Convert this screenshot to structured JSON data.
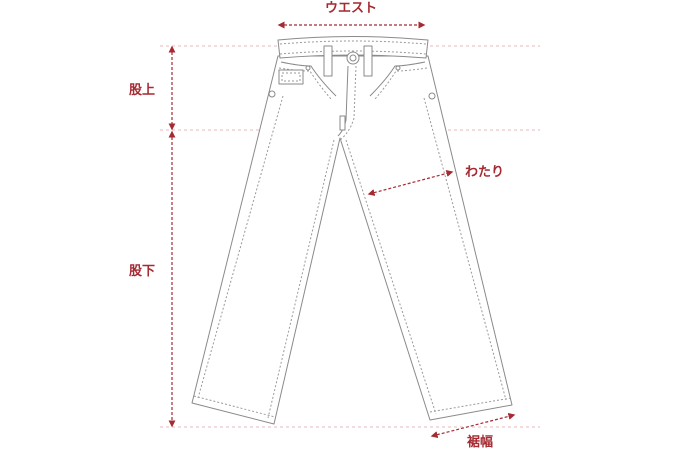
{
  "labels": {
    "waist": "ウエスト",
    "rise": "股上",
    "inseam": "股下",
    "thigh": "わたり",
    "hem": "裾幅"
  },
  "colors": {
    "accent": "#a52a32",
    "guide_line": "#e8b8bc",
    "outline": "#8a8a8a",
    "stitch": "#9a9a9a"
  }
}
